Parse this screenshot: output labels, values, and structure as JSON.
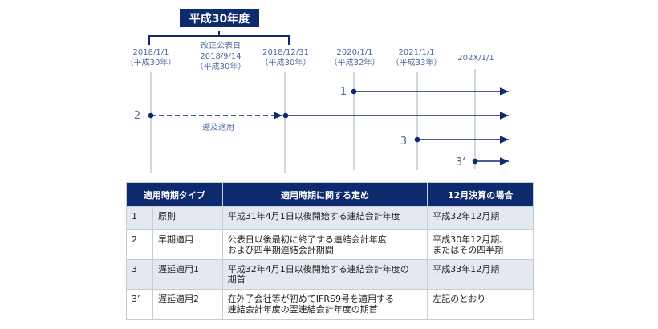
{
  "header": {
    "title": "平成30年度"
  },
  "timeline": {
    "dates": [
      {
        "line1": "2018/1/1",
        "line2": "（平成30年）"
      },
      {
        "line0": "改正公表日",
        "line1": "2018/9/14",
        "line2": "（平成30年）"
      },
      {
        "line1": "2018/12/31",
        "line2": "（平成30年）"
      },
      {
        "line1": "2020/1/1",
        "line2": "（平成32年）"
      },
      {
        "line1": "2021/1/1",
        "line2": "（平成33年）"
      },
      {
        "line1": "202X/1/1"
      }
    ],
    "markers": [
      "1",
      "2",
      "3",
      "3‘"
    ],
    "retro_label": "遡及適用"
  },
  "table": {
    "headers": [
      "適用時期タイプ",
      "適用時期に関する定め",
      "12月決算の場合"
    ],
    "rows": [
      {
        "no": "1",
        "type": "原則",
        "rule": [
          "平成31年4月1日以後開始する連結会計年度"
        ],
        "dec": [
          "平成32年12月期"
        ]
      },
      {
        "no": "2",
        "type": "早期適用",
        "rule": [
          "公表日以後最初に終了する連結会計年度",
          "および四半期連結会計期間"
        ],
        "dec": [
          "平成30年12月期、",
          "またはその四半期"
        ]
      },
      {
        "no": "3",
        "type": "遅延適用1",
        "rule": [
          "平成32年4月1日以後開始する連結会計年度の",
          "期首"
        ],
        "dec": [
          "平成33年12月期"
        ]
      },
      {
        "no": "3’",
        "type": "遅延適用2",
        "rule": [
          "在外子会社等が初めてIFRS9号を適用する",
          "連結会計年度の翌連結会計年度の期首"
        ],
        "dec": [
          "左記のとおり"
        ]
      }
    ]
  },
  "colors": {
    "navy": "#0d2a6e",
    "text": "#4a6aa0",
    "grid": "#a8afbf",
    "shade": "#e3e8f1"
  }
}
